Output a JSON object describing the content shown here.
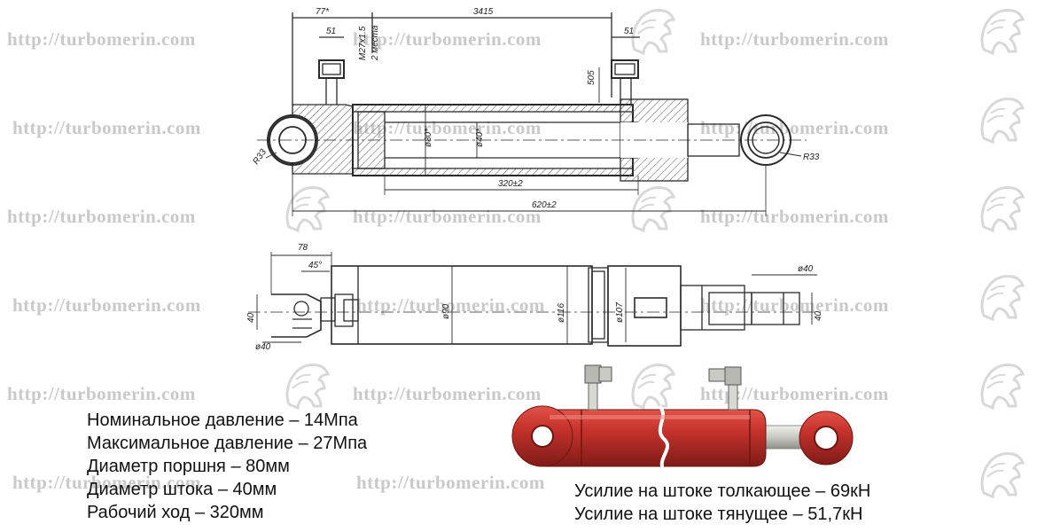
{
  "watermark": {
    "text": "http://turbomerin.com",
    "color": "#c9c9c9",
    "logo_icon": "horse-head-icon"
  },
  "top_view": {
    "dim_77": "77*",
    "dim_3415": "3415",
    "dim_51_left": "51",
    "dim_51_right": "51",
    "dim_port": "M27x1.5",
    "dim_port_count": "2 места",
    "dim_505": "505",
    "dim_r33_left": "R33",
    "dim_r33_right": "R33",
    "dim_bore": "ø80*",
    "dim_rod": "ø40*",
    "dim_stroke": "320±2",
    "dim_length": "620±2"
  },
  "bottom_view": {
    "dim_78": "78",
    "dim_45": "45°",
    "dim_40_left": "40",
    "dim_40_pin": "ø40",
    "dim_90": "ø90",
    "dim_116": "ø116",
    "dim_107": "ø107",
    "dim_40_rod": "ø40",
    "dim_40_right": "40"
  },
  "specs": {
    "line1": "Номинальное давление – 14Мпа",
    "line2": "Максимальное давление – 27Мпа",
    "line3": "Диаметр поршня – 80мм",
    "line4": "Диаметр штока – 40мм",
    "line5": "Рабочий ход – 320мм"
  },
  "forces": {
    "push": "Усилие на штоке толкающее – 69кН",
    "pull": "Усилие на штоке тянущее – 51,7кН"
  },
  "colors": {
    "cylinder_red": "#c8332c",
    "cylinder_dark": "#8e1f1b",
    "rod_silver": "#c9c9c4",
    "drawing_line": "#2a2a2a",
    "hatch": "#555555"
  }
}
